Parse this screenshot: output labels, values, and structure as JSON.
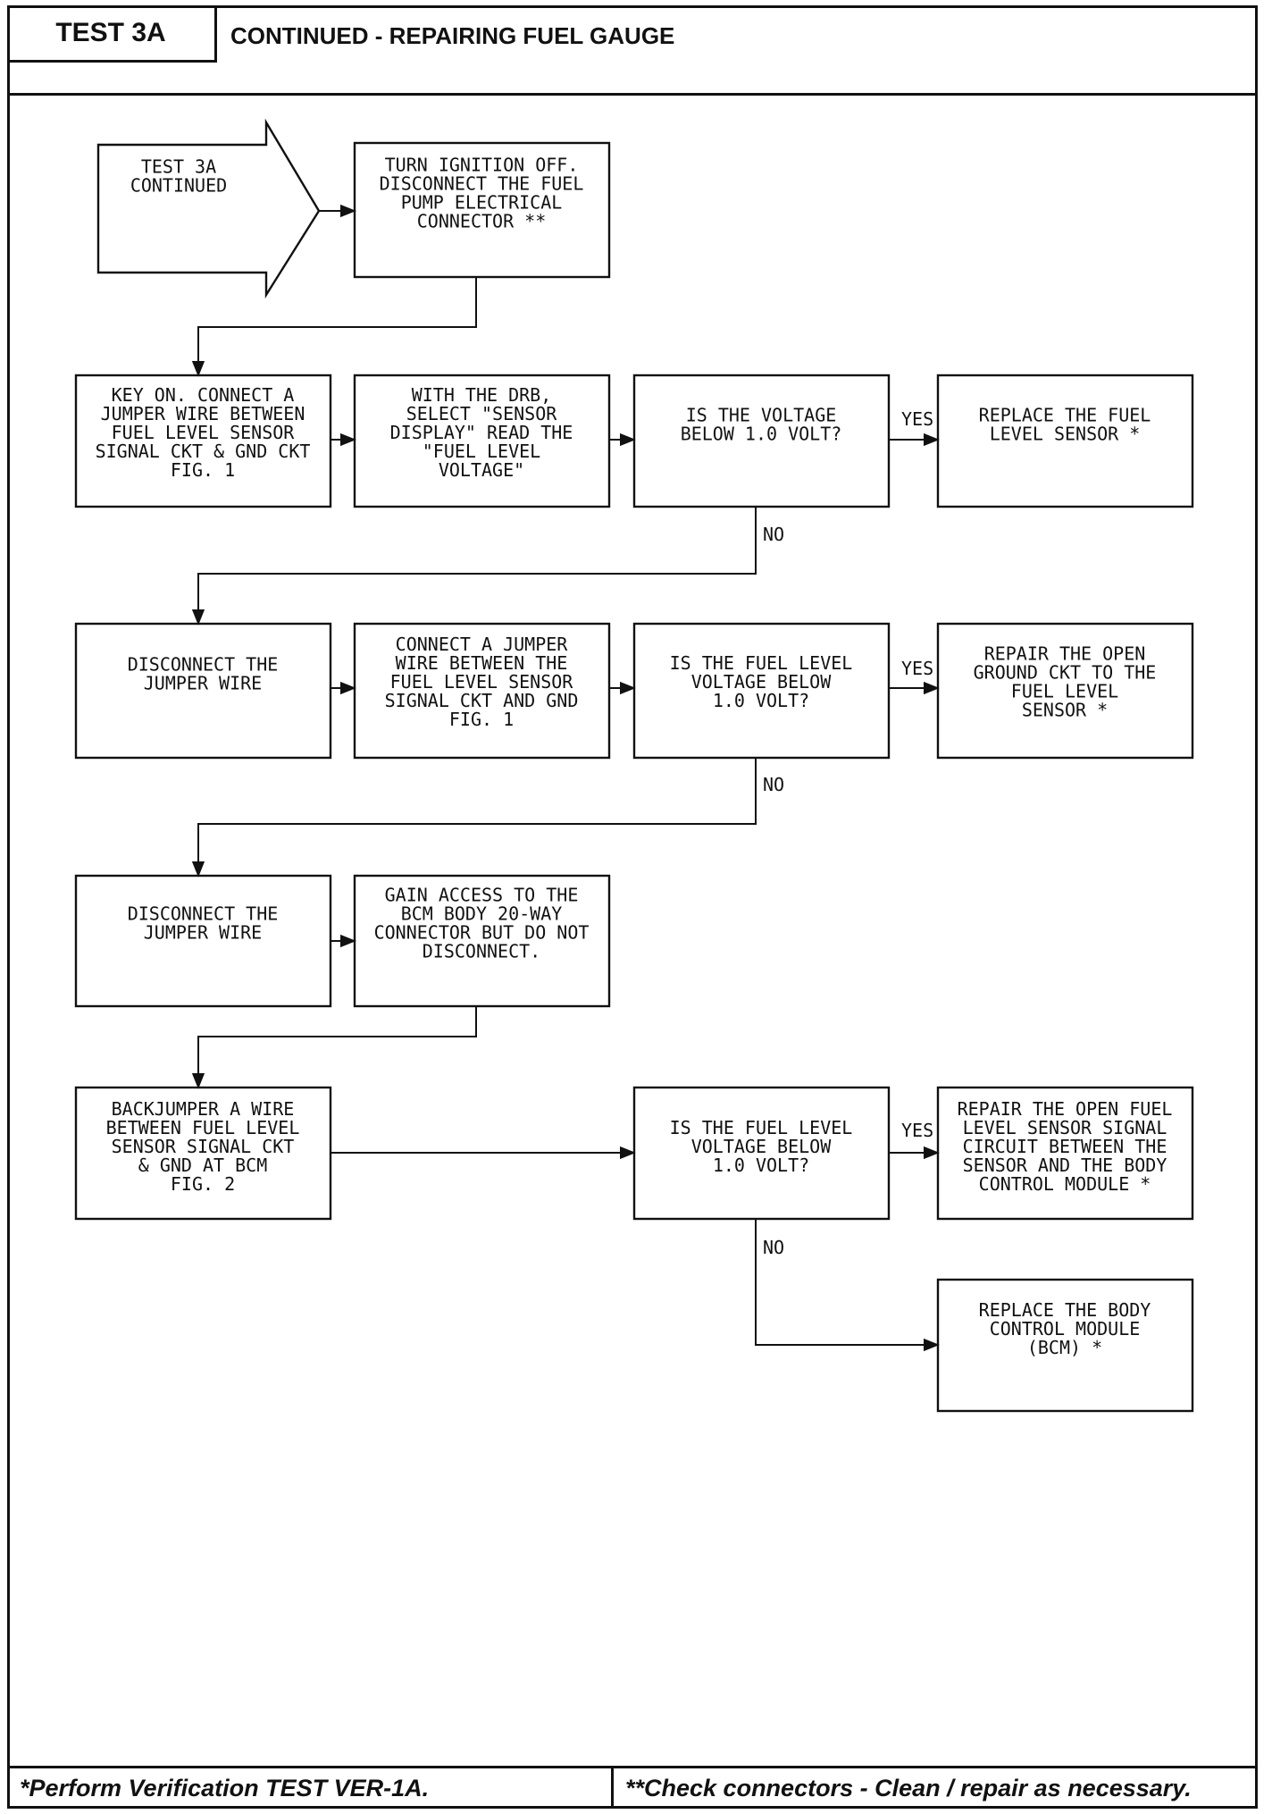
{
  "header": {
    "test_label": "TEST 3A",
    "title": "CONTINUED - REPAIRING FUEL GAUGE"
  },
  "footer": {
    "left_note": "*Perform Verification TEST VER-1A.",
    "right_note": "**Check connectors - Clean / repair as necessary."
  },
  "flowchart": {
    "start": [
      "TEST 3A",
      "CONTINUED"
    ],
    "nodes": {
      "ignition_off": [
        "TURN IGNITION OFF.",
        "DISCONNECT THE FUEL",
        "PUMP ELECTRICAL",
        "CONNECTOR **"
      ],
      "key_on_jumper": [
        "KEY ON. CONNECT A",
        "JUMPER WIRE BETWEEN",
        "FUEL LEVEL SENSOR",
        "SIGNAL CKT & GND CKT",
        "FIG. 1"
      ],
      "drb_select": [
        "WITH THE DRB,",
        "SELECT \"SENSOR",
        "DISPLAY\" READ THE",
        "\"FUEL LEVEL",
        "VOLTAGE\""
      ],
      "q_voltage_below": [
        "IS THE VOLTAGE",
        "BELOW 1.0 VOLT?"
      ],
      "replace_sensor": [
        "REPLACE THE FUEL",
        "LEVEL SENSOR *"
      ],
      "disconnect_jumper_1": [
        "DISCONNECT THE",
        "JUMPER WIRE"
      ],
      "connect_jumper_gnd": [
        "CONNECT A JUMPER",
        "WIRE BETWEEN THE",
        "FUEL LEVEL SENSOR",
        "SIGNAL CKT AND GND",
        "FIG. 1"
      ],
      "q_fuel_level_1": [
        "IS THE FUEL LEVEL",
        "VOLTAGE BELOW",
        "1.0 VOLT?"
      ],
      "repair_ground": [
        "REPAIR THE OPEN",
        "GROUND CKT TO THE",
        "FUEL LEVEL",
        "SENSOR *"
      ],
      "disconnect_jumper_2": [
        "DISCONNECT THE",
        "JUMPER WIRE"
      ],
      "gain_access_bcm": [
        "GAIN ACCESS TO THE",
        "BCM BODY 20-WAY",
        "CONNECTOR BUT DO NOT",
        "DISCONNECT."
      ],
      "backjumper": [
        "BACKJUMPER A WIRE",
        "BETWEEN FUEL LEVEL",
        "SENSOR SIGNAL CKT",
        "& GND AT BCM",
        "FIG. 2"
      ],
      "q_fuel_level_2": [
        "IS THE FUEL LEVEL",
        "VOLTAGE BELOW",
        "1.0 VOLT?"
      ],
      "repair_signal": [
        "REPAIR THE OPEN FUEL",
        "LEVEL SENSOR SIGNAL",
        "CIRCUIT BETWEEN THE",
        "SENSOR AND THE BODY",
        "CONTROL MODULE *"
      ],
      "replace_bcm": [
        "REPLACE THE BODY",
        "CONTROL MODULE",
        "(BCM) *"
      ]
    },
    "edge_labels": {
      "yes": "YES",
      "no": "NO"
    }
  }
}
